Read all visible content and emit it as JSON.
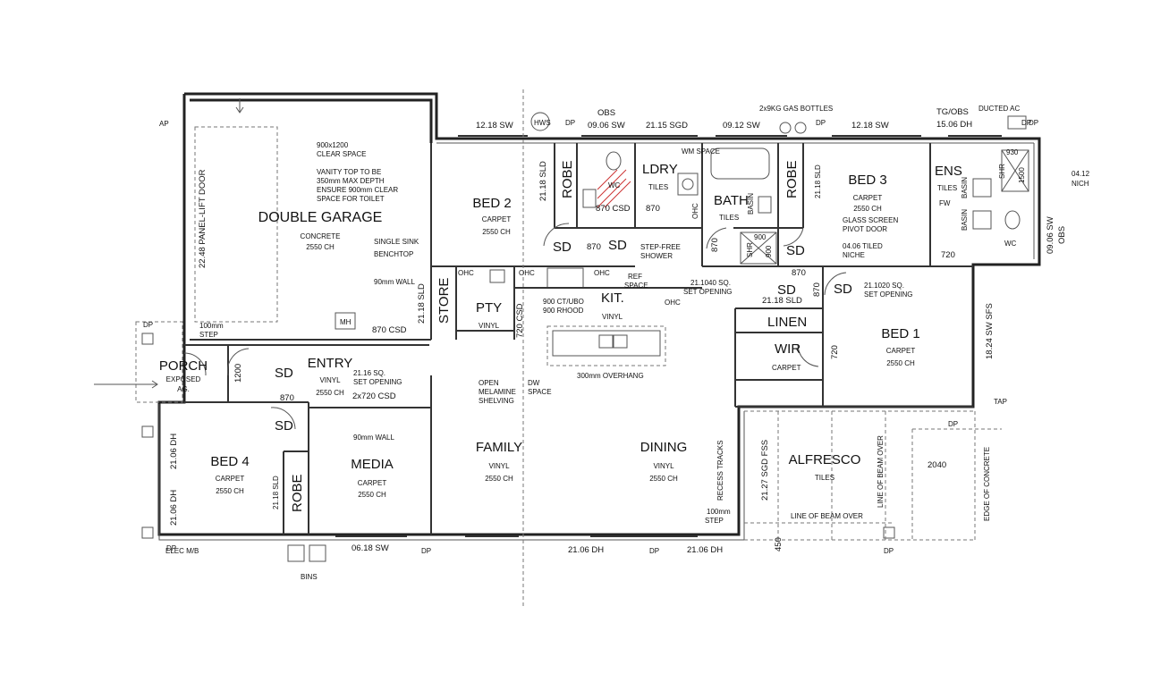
{
  "rooms": {
    "double_garage": {
      "name": "DOUBLE GARAGE",
      "floor": "CONCRETE",
      "height": "2550 CH"
    },
    "bed2": {
      "name": "BED 2",
      "floor": "CARPET",
      "height": "2550 CH"
    },
    "robe_bed2": "ROBE",
    "wc": "WC",
    "ldry": {
      "name": "LDRY",
      "floor": "TILES"
    },
    "wm_space": "WM SPACE",
    "bath": {
      "name": "BATH",
      "floor": "TILES"
    },
    "basin": "BASIN",
    "robe_bed3": "ROBE",
    "bed3": {
      "name": "BED 3",
      "floor": "CARPET",
      "height": "2550 CH"
    },
    "ens": {
      "name": "ENS",
      "floor": "TILES"
    },
    "ens_fw": "FW",
    "ens_basin1": "BASIN",
    "ens_basin2": "BASIN",
    "ens_shr": "SHR",
    "ens_wc": "WC",
    "shr": "SHR",
    "store": "STORE",
    "pty": {
      "name": "PTY",
      "floor": "VINYL"
    },
    "kit": {
      "name": "KIT.",
      "floor": "VINYL"
    },
    "linen": "LINEN",
    "wir": {
      "name": "WIR",
      "floor": "CARPET"
    },
    "bed1": {
      "name": "BED 1",
      "floor": "CARPET",
      "height": "2550 CH"
    },
    "porch": {
      "name": "PORCH",
      "floor": "EXPOSED AG."
    },
    "entry": {
      "name": "ENTRY",
      "floor": "VINYL",
      "height": "2550 CH"
    },
    "bed4": {
      "name": "BED 4",
      "floor": "CARPET",
      "height": "2550 CH"
    },
    "robe_bed4": "ROBE",
    "media": {
      "name": "MEDIA",
      "floor": "CARPET",
      "height": "2550 CH"
    },
    "family": {
      "name": "FAMILY",
      "floor": "VINYL",
      "height": "2550 CH"
    },
    "dining": {
      "name": "DINING",
      "floor": "VINYL",
      "height": "2550 CH"
    },
    "alfresco": {
      "name": "ALFRESCO",
      "floor": "TILES"
    }
  },
  "windows": {
    "top1": "12.18 SW",
    "top_obs": "OBS",
    "top2": "09.06 SW",
    "top3": "21.15 SGD",
    "top4": "09.12 SW",
    "top5": "12.18 SW",
    "top_tg": "TG/OBS",
    "top6": "15.06 DH",
    "bottom1": "06.18 SW",
    "bottom2": "21.06 DH",
    "bottom3": "21.06 DH",
    "bed4_dh1": "21.06 DH",
    "bed4_dh2": "21.06 DH",
    "garage_door": "22.48 PANEL-LIFT DOOR",
    "right_sw": "09.06 SW",
    "right_obs": "OBS",
    "bed1_sw": "18.24 SW SFS",
    "alfresco_sgd": "21.27 SGD FSS",
    "nich": "04.12 NICH"
  },
  "doors": {
    "bed2_sld": "21.18 SLD",
    "bed3_sld": "21.18 SLD",
    "bed4_sld": "21.18 SLD",
    "store_sld": "21.18 SLD",
    "wc_csd": "870 CSD",
    "garage_csd": "870 CSD",
    "pty_csd": "720 CSD",
    "entry_csd": "2x720 CSD",
    "d870_ldry": "870",
    "d870_bed2": "870",
    "d870_bath": "870",
    "d870_bed3": "870",
    "d870_bed1": "870",
    "d870_entry": "870",
    "d720_ens": "720",
    "d720_wir": "720",
    "d1200": "1200"
  },
  "notes": {
    "clear_space": "900x1200\nCLEAR SPACE",
    "vanity": "VANITY TOP TO BE\n350mm MAX DEPTH\nENSURE 900mm CLEAR\nSPACE FOR TOILET",
    "single_sink": "SINGLE SINK",
    "benchtop": "BENCHTOP",
    "wall90_top": "90mm WALL",
    "wall90_media": "90mm WALL",
    "mh": "MH",
    "step100_garage": "100mm\nSTEP",
    "step100_dining": "100mm\nSTEP",
    "hws": "HWS",
    "gas": "2x9KG GAS BOTTLES",
    "ducted": "DUCTED AC",
    "ohc1": "OHC",
    "ohc2": "OHC",
    "ohc3": "OHC",
    "ohc4": "OHC",
    "ohc_bath": "OHC",
    "ref": "REF\nSPACE",
    "cooktop": "900 CT/UBO\n900 RHOOD",
    "step_free": "STEP-FREE\nSHOWER",
    "glass_screen": "GLASS SCREEN\nPIVOT DOOR",
    "tiled_niche": "04.06 TILED\nNICHE",
    "set_opening1": "21.1040 SQ.\nSET OPENING",
    "set_opening2": "21.1020 SQ.\nSET OPENING",
    "set_opening3": "21.16 SQ.\nSET OPENING",
    "overhang": "300mm OVERHANG",
    "open_shelving": "OPEN\nMELAMINE\nSHELVING",
    "dw": "DW\nSPACE",
    "recess": "RECESS TRACKS",
    "beam1": "LINE OF BEAM OVER",
    "beam2": "LINE OF BEAM OVER",
    "edge_concrete": "EDGE OF CONCRETE",
    "dim2040": "2040",
    "dim450": "450",
    "tap": "TAP",
    "elec": "ELEC M/B",
    "bins": "BINS",
    "ap": "AP",
    "shr900a": "900",
    "shr900b": "900",
    "ens930": "930",
    "ens1500": "1500",
    "dp1": "DP",
    "dp2": "DP",
    "dp3": "DP",
    "dp4": "DP",
    "dp5": "DP",
    "dp6": "DP",
    "dp7": "DP",
    "dp8": "DP",
    "dp9": "DP",
    "dp10": "DP"
  },
  "smoke_detector": "SD"
}
